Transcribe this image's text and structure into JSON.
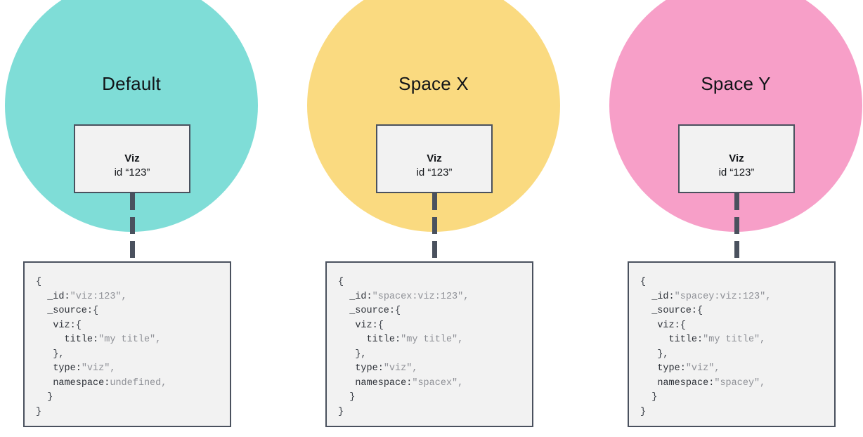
{
  "diagram": {
    "title_hidden": "",
    "columns": [
      {
        "space_title": "Default",
        "circle_color": "#7FDDD7",
        "node": {
          "name": "Viz",
          "id_label": "id “123”"
        },
        "code": {
          "open_brace": "{",
          "lines": [
            {
              "indent": 1,
              "key": "_id",
              "sep": ":",
              "value": "\"viz:123\"",
              "trail": ",",
              "value_kind": "string"
            },
            {
              "indent": 1,
              "key": "_source",
              "sep": ":",
              "value": "{",
              "trail": "",
              "value_kind": "punct"
            },
            {
              "indent": 2,
              "key": "viz",
              "sep": ":",
              "value": "{",
              "trail": "",
              "value_kind": "punct"
            },
            {
              "indent": 3,
              "key": "title",
              "sep": ":",
              "value": "\"my title\"",
              "trail": ",",
              "value_kind": "string"
            },
            {
              "indent": 2,
              "key": "",
              "sep": "",
              "value": "},",
              "trail": "",
              "value_kind": "punct"
            },
            {
              "indent": 2,
              "key": "type",
              "sep": ":",
              "value": "\"viz\"",
              "trail": ",",
              "value_kind": "string"
            },
            {
              "indent": 2,
              "key": "namespace",
              "sep": ":",
              "value": "undefined",
              "trail": ",",
              "value_kind": "keyword"
            },
            {
              "indent": 1,
              "key": "",
              "sep": "",
              "value": "}",
              "trail": "",
              "value_kind": "punct"
            }
          ],
          "close_brace": "}",
          "text": "{\n  _id:\"viz:123\",\n  _source:{\n   viz:{\n     title:\"my title\",\n   },\n   type:\"viz\",\n   namespace:undefined,\n  }\n}"
        }
      },
      {
        "space_title": "Space X",
        "circle_color": "#FADA80",
        "node": {
          "name": "Viz",
          "id_label": "id “123”"
        },
        "code": {
          "open_brace": "{",
          "lines": [
            {
              "indent": 1,
              "key": "_id",
              "sep": ":",
              "value": "\"spacex:viz:123\"",
              "trail": ",",
              "value_kind": "string"
            },
            {
              "indent": 1,
              "key": "_source",
              "sep": ":",
              "value": "{",
              "trail": "",
              "value_kind": "punct"
            },
            {
              "indent": 2,
              "key": "viz",
              "sep": ":",
              "value": "{",
              "trail": "",
              "value_kind": "punct"
            },
            {
              "indent": 3,
              "key": "title",
              "sep": ":",
              "value": "\"my title\"",
              "trail": ",",
              "value_kind": "string"
            },
            {
              "indent": 2,
              "key": "",
              "sep": "",
              "value": "},",
              "trail": "",
              "value_kind": "punct"
            },
            {
              "indent": 2,
              "key": "type",
              "sep": ":",
              "value": "\"viz\"",
              "trail": ",",
              "value_kind": "string"
            },
            {
              "indent": 2,
              "key": "namespace",
              "sep": ":",
              "value": "\"spacex\"",
              "trail": ",",
              "value_kind": "string"
            },
            {
              "indent": 1,
              "key": "",
              "sep": "",
              "value": "}",
              "trail": "",
              "value_kind": "punct"
            }
          ],
          "close_brace": "}",
          "text": "{\n  _id:\"spacex:viz:123\",\n  _source:{\n   viz:{\n     title:\"my title\",\n   },\n   type:\"viz\",\n   namespace:\"spacex\",\n  }\n}"
        }
      },
      {
        "space_title": "Space Y",
        "circle_color": "#F79FC8",
        "node": {
          "name": "Viz",
          "id_label": "id “123”"
        },
        "code": {
          "open_brace": "{",
          "lines": [
            {
              "indent": 1,
              "key": "_id",
              "sep": ":",
              "value": "\"spacey:viz:123\"",
              "trail": ",",
              "value_kind": "string"
            },
            {
              "indent": 1,
              "key": "_source",
              "sep": ":",
              "value": "{",
              "trail": "",
              "value_kind": "punct"
            },
            {
              "indent": 2,
              "key": "viz",
              "sep": ":",
              "value": "{",
              "trail": "",
              "value_kind": "punct"
            },
            {
              "indent": 3,
              "key": "title",
              "sep": ":",
              "value": "\"my title\"",
              "trail": ",",
              "value_kind": "string"
            },
            {
              "indent": 2,
              "key": "",
              "sep": "",
              "value": "},",
              "trail": "",
              "value_kind": "punct"
            },
            {
              "indent": 2,
              "key": "type",
              "sep": ":",
              "value": "\"viz\"",
              "trail": ",",
              "value_kind": "string"
            },
            {
              "indent": 2,
              "key": "namespace",
              "sep": ":",
              "value": "\"spacey\"",
              "trail": ",",
              "value_kind": "string"
            },
            {
              "indent": 1,
              "key": "",
              "sep": "",
              "value": "}",
              "trail": "",
              "value_kind": "punct"
            }
          ],
          "close_brace": "}",
          "text": "{\n  _id:\"spacey:viz:123\",\n  _source:{\n   viz:{\n     title:\"my title\",\n   },\n   type:\"viz\",\n   namespace:\"spacey\",\n  }\n}"
        }
      }
    ],
    "style": {
      "node_fill": "#F2F2F2",
      "node_stroke": "#4A515E",
      "code_fill": "#F2F2F2",
      "code_stroke": "#4A515E",
      "connector_color": "#4A515E",
      "key_color": "#2B2F36",
      "value_color": "#8E9096",
      "background": "#FFFFFF"
    }
  }
}
